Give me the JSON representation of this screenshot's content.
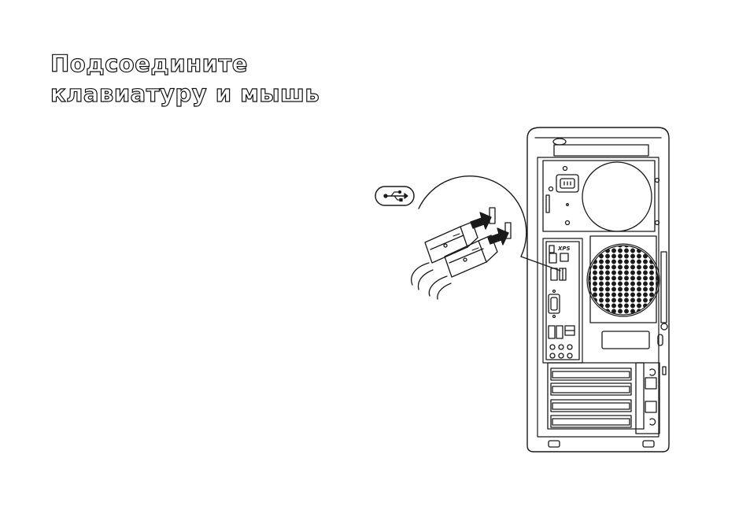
{
  "page": {
    "title_line1": "Подсоедините",
    "title_line2": "клавиатуру и мышь"
  },
  "illustration": {
    "usb_badge_icon": "usb-icon",
    "tower_logo": "XPS"
  },
  "colors": {
    "text_outline": "#111111",
    "line": "#1a1a1a",
    "background": "#ffffff"
  }
}
